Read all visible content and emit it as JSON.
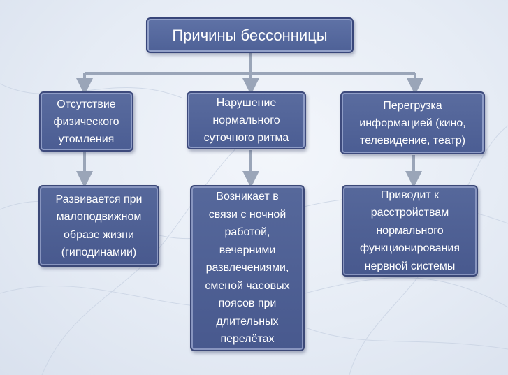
{
  "diagram": {
    "root": {
      "label": "Причины бессонницы"
    },
    "causes": [
      {
        "label": "Отсутствие\nфизического\nутомления",
        "detail": "Развивается при\nмалоподвижном\nобразе жизни\n(гиподинамии)"
      },
      {
        "label": "Нарушение\nнормального\nсуточного ритма",
        "detail": "Возникает в\nсвязи с ночной\nработой,\nвечерними\nразвлечениями,\nсменой часовых\nпоясов при\nдлительных\nперелётах"
      },
      {
        "label": "Перегрузка\nинформацией (кино,\nтелевидение, театр)",
        "detail": "Приводит к\nрасстройствам\nнормального\nфункционирования\nнервной системы"
      }
    ],
    "colors": {
      "box_fill": "#5266a0",
      "box_border": "#3d4a7c",
      "connector": "#9aa5b8",
      "text": "#ffffff"
    }
  }
}
